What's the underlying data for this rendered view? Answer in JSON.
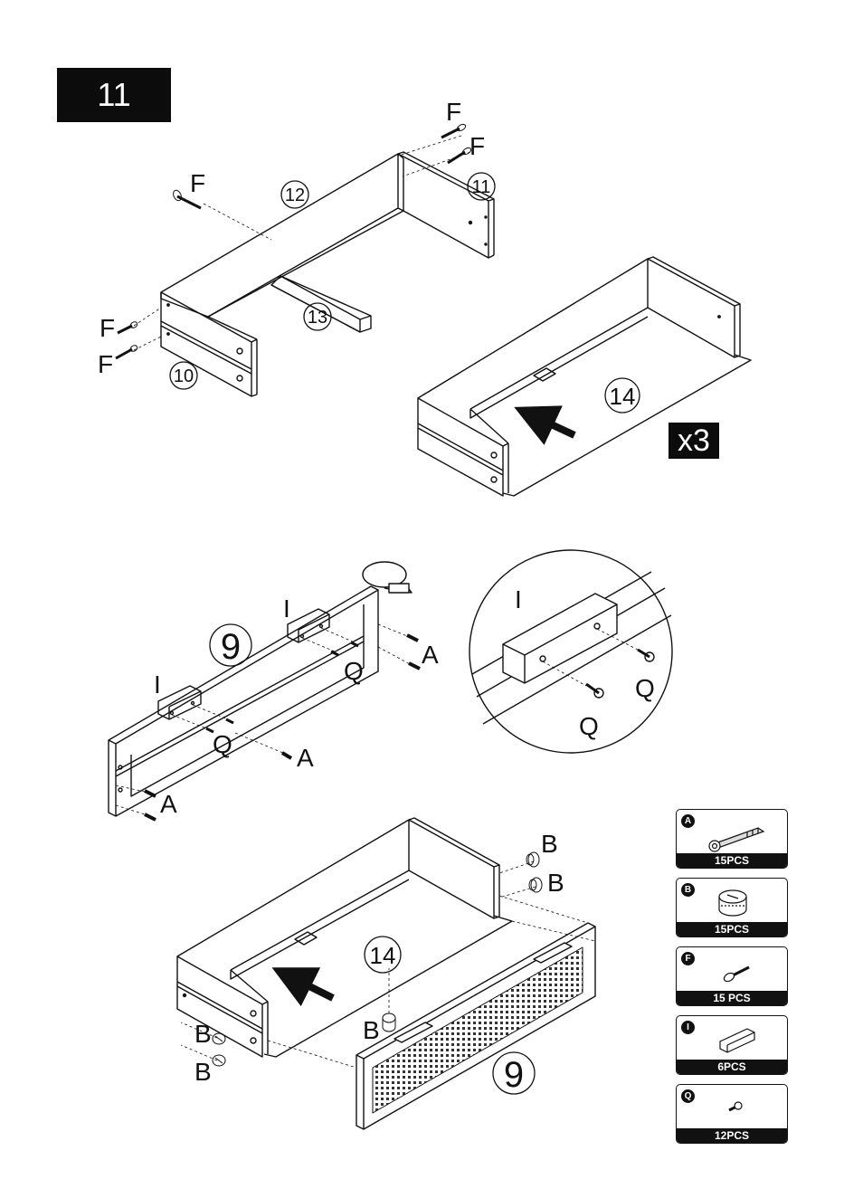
{
  "step": {
    "number": "11"
  },
  "multiplier": "x3",
  "callouts": {
    "part_10": "10",
    "part_11": "11",
    "part_12": "12",
    "part_13": "13",
    "part_14_top": "14",
    "part_9_mid": "9",
    "part_14_bottom": "14",
    "part_9_bottom": "9"
  },
  "labels": {
    "F": "F",
    "A": "A",
    "B": "B",
    "I": "I",
    "Q": "Q"
  },
  "hardware": [
    {
      "letter": "A",
      "qty": "15PCS",
      "icon": "dowel-icon"
    },
    {
      "letter": "B",
      "qty": "15PCS",
      "icon": "cam-lock-icon"
    },
    {
      "letter": "F",
      "qty": "15 PCS",
      "icon": "screw-icon"
    },
    {
      "letter": "I",
      "qty": "6PCS",
      "icon": "bracket-icon"
    },
    {
      "letter": "Q",
      "qty": "12PCS",
      "icon": "small-screw-icon"
    }
  ]
}
